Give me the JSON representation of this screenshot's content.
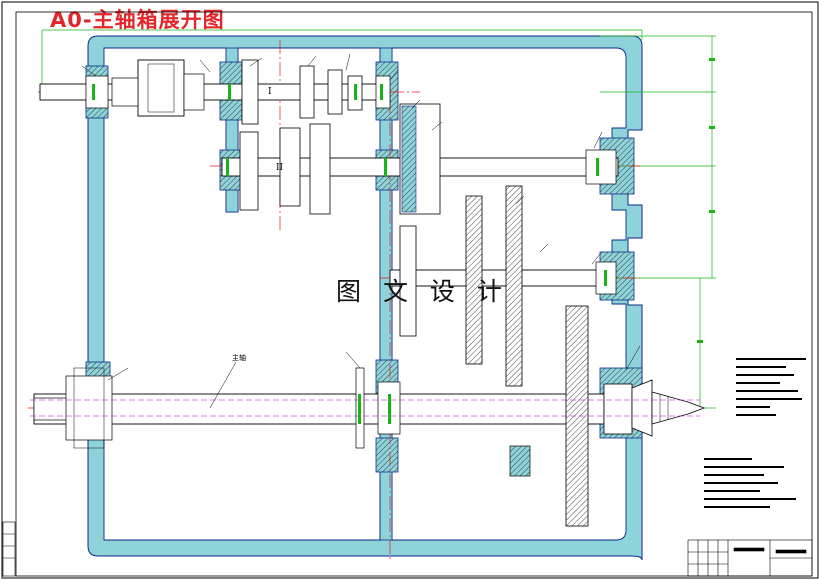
{
  "title": "A0-主轴箱展开图",
  "watermark": "图 文 设 计",
  "shaft_labels": {
    "shaft_1": "I",
    "shaft_2": "II",
    "spindle": "主轴"
  },
  "colors": {
    "housing_fill": "#8fd3da",
    "housing_outline": "#0b2a8a",
    "hatch": "#1a1a1a",
    "dimension": "#18b418",
    "centerline": "#e21b1b",
    "spindle_bore": "#b000c8",
    "title_text": "#e4262b"
  }
}
